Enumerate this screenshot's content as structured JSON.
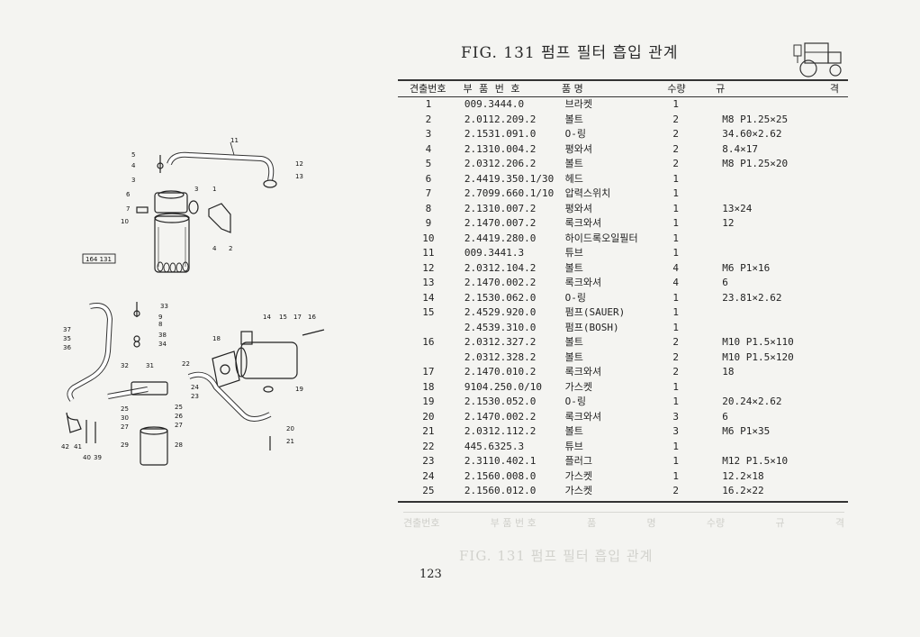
{
  "figure_title": "FIG. 131 펌프 필터 흡입 관계",
  "page_number": "123",
  "ghost_title": "FIG. 131 펌프 필터 흡입 관계",
  "diagram_tag": "164 131",
  "table": {
    "headers": {
      "no": "견출번호",
      "part": "부 품 번 호",
      "name": "품 명",
      "qty": "수량",
      "spec1": "규",
      "spec2": "격"
    },
    "rows": [
      {
        "no": "1",
        "part": "009.3444.0",
        "name": "브라켓",
        "qty": "1",
        "spec": ""
      },
      {
        "no": "2",
        "part": "2.0112.209.2",
        "name": "볼트",
        "qty": "2",
        "spec": "M8 P1.25×25"
      },
      {
        "no": "3",
        "part": "2.1531.091.0",
        "name": "O-링",
        "qty": "2",
        "spec": "34.60×2.62"
      },
      {
        "no": "4",
        "part": "2.1310.004.2",
        "name": "평와셔",
        "qty": "2",
        "spec": "8.4×17"
      },
      {
        "no": "5",
        "part": "2.0312.206.2",
        "name": "볼트",
        "qty": "2",
        "spec": "M8 P1.25×20"
      },
      {
        "no": "6",
        "part": "2.4419.350.1/30",
        "name": "헤드",
        "qty": "1",
        "spec": ""
      },
      {
        "no": "7",
        "part": "2.7099.660.1/10",
        "name": "압력스위치",
        "qty": "1",
        "spec": ""
      },
      {
        "no": "8",
        "part": "2.1310.007.2",
        "name": "평와셔",
        "qty": "1",
        "spec": "13×24"
      },
      {
        "no": "9",
        "part": "2.1470.007.2",
        "name": "록크와셔",
        "qty": "1",
        "spec": "12"
      },
      {
        "no": "10",
        "part": "2.4419.280.0",
        "name": "하이드록오일필터",
        "qty": "1",
        "spec": ""
      },
      {
        "no": "11",
        "part": "009.3441.3",
        "name": "튜브",
        "qty": "1",
        "spec": ""
      },
      {
        "no": "12",
        "part": "2.0312.104.2",
        "name": "볼트",
        "qty": "4",
        "spec": "M6 P1×16"
      },
      {
        "no": "13",
        "part": "2.1470.002.2",
        "name": "록크와셔",
        "qty": "4",
        "spec": "6"
      },
      {
        "no": "14",
        "part": "2.1530.062.0",
        "name": "O-링",
        "qty": "1",
        "spec": "23.81×2.62"
      },
      {
        "no": "15",
        "part": "2.4529.920.0",
        "name": "펌프(SAUER)",
        "qty": "1",
        "spec": ""
      },
      {
        "no": "",
        "part": "2.4539.310.0",
        "name": "펌프(BOSH)",
        "qty": "1",
        "spec": ""
      },
      {
        "no": "16",
        "part": "2.0312.327.2",
        "name": "볼트",
        "qty": "2",
        "spec": "M10 P1.5×110"
      },
      {
        "no": "",
        "part": "2.0312.328.2",
        "name": "볼트",
        "qty": "2",
        "spec": "M10 P1.5×120"
      },
      {
        "no": "17",
        "part": "2.1470.010.2",
        "name": "록크와셔",
        "qty": "2",
        "spec": "18"
      },
      {
        "no": "18",
        "part": "9104.250.0/10",
        "name": "가스켓",
        "qty": "1",
        "spec": ""
      },
      {
        "no": "19",
        "part": "2.1530.052.0",
        "name": "O-링",
        "qty": "1",
        "spec": "20.24×2.62"
      },
      {
        "no": "20",
        "part": "2.1470.002.2",
        "name": "록크와셔",
        "qty": "3",
        "spec": "6"
      },
      {
        "no": "21",
        "part": "2.0312.112.2",
        "name": "볼트",
        "qty": "3",
        "spec": "M6 P1×35"
      },
      {
        "no": "22",
        "part": "445.6325.3",
        "name": "튜브",
        "qty": "1",
        "spec": ""
      },
      {
        "no": "23",
        "part": "2.3110.402.1",
        "name": "플러그",
        "qty": "1",
        "spec": "M12 P1.5×10"
      },
      {
        "no": "24",
        "part": "2.1560.008.0",
        "name": "가스켓",
        "qty": "1",
        "spec": "12.2×18"
      },
      {
        "no": "25",
        "part": "2.1560.012.0",
        "name": "가스켓",
        "qty": "2",
        "spec": "16.2×22"
      }
    ]
  },
  "ghost_row": [
    "견출번호",
    "부 품 번 호",
    "품",
    "명",
    "수량",
    "규",
    "격"
  ],
  "diagram_labels": [
    "1",
    "2",
    "3",
    "4",
    "5",
    "6",
    "7",
    "8",
    "9",
    "10",
    "11",
    "12",
    "13",
    "14",
    "15",
    "16",
    "17",
    "18",
    "19",
    "20",
    "21",
    "22",
    "23",
    "24",
    "25",
    "26",
    "27",
    "28",
    "29",
    "30",
    "31",
    "32",
    "33",
    "34",
    "35",
    "36",
    "37",
    "38",
    "39",
    "40",
    "41",
    "42"
  ]
}
